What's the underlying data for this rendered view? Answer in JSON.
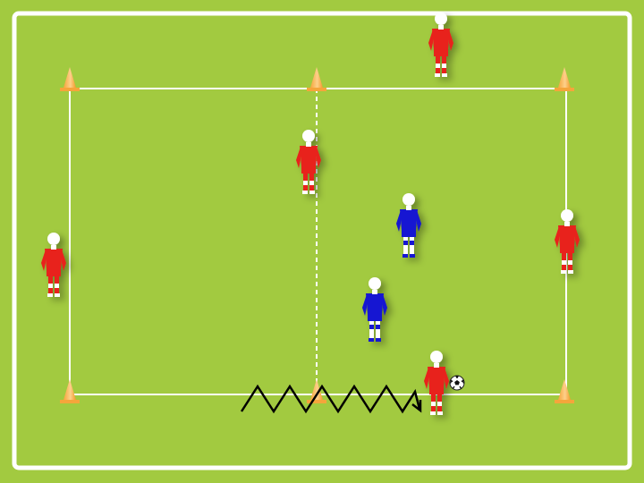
{
  "colors": {
    "pitch": "#a2ca40",
    "lines": "#ffffff",
    "cone": "#f5a53b",
    "red_team": "#e8211b",
    "blue_team": "#1414d2",
    "dribble_path": "#000000"
  },
  "diagram": {
    "cones": 6,
    "players": [
      {
        "team": "red",
        "role": "outside-top"
      },
      {
        "team": "red",
        "role": "left-zone"
      },
      {
        "team": "red",
        "role": "outside-left"
      },
      {
        "team": "red",
        "role": "outside-right"
      },
      {
        "team": "red",
        "role": "dribbler-with-ball"
      },
      {
        "team": "blue",
        "role": "defender"
      },
      {
        "team": "blue",
        "role": "defender"
      }
    ],
    "ball_icon": "soccer-ball-icon",
    "dribble_path": "zigzag-arrow"
  }
}
